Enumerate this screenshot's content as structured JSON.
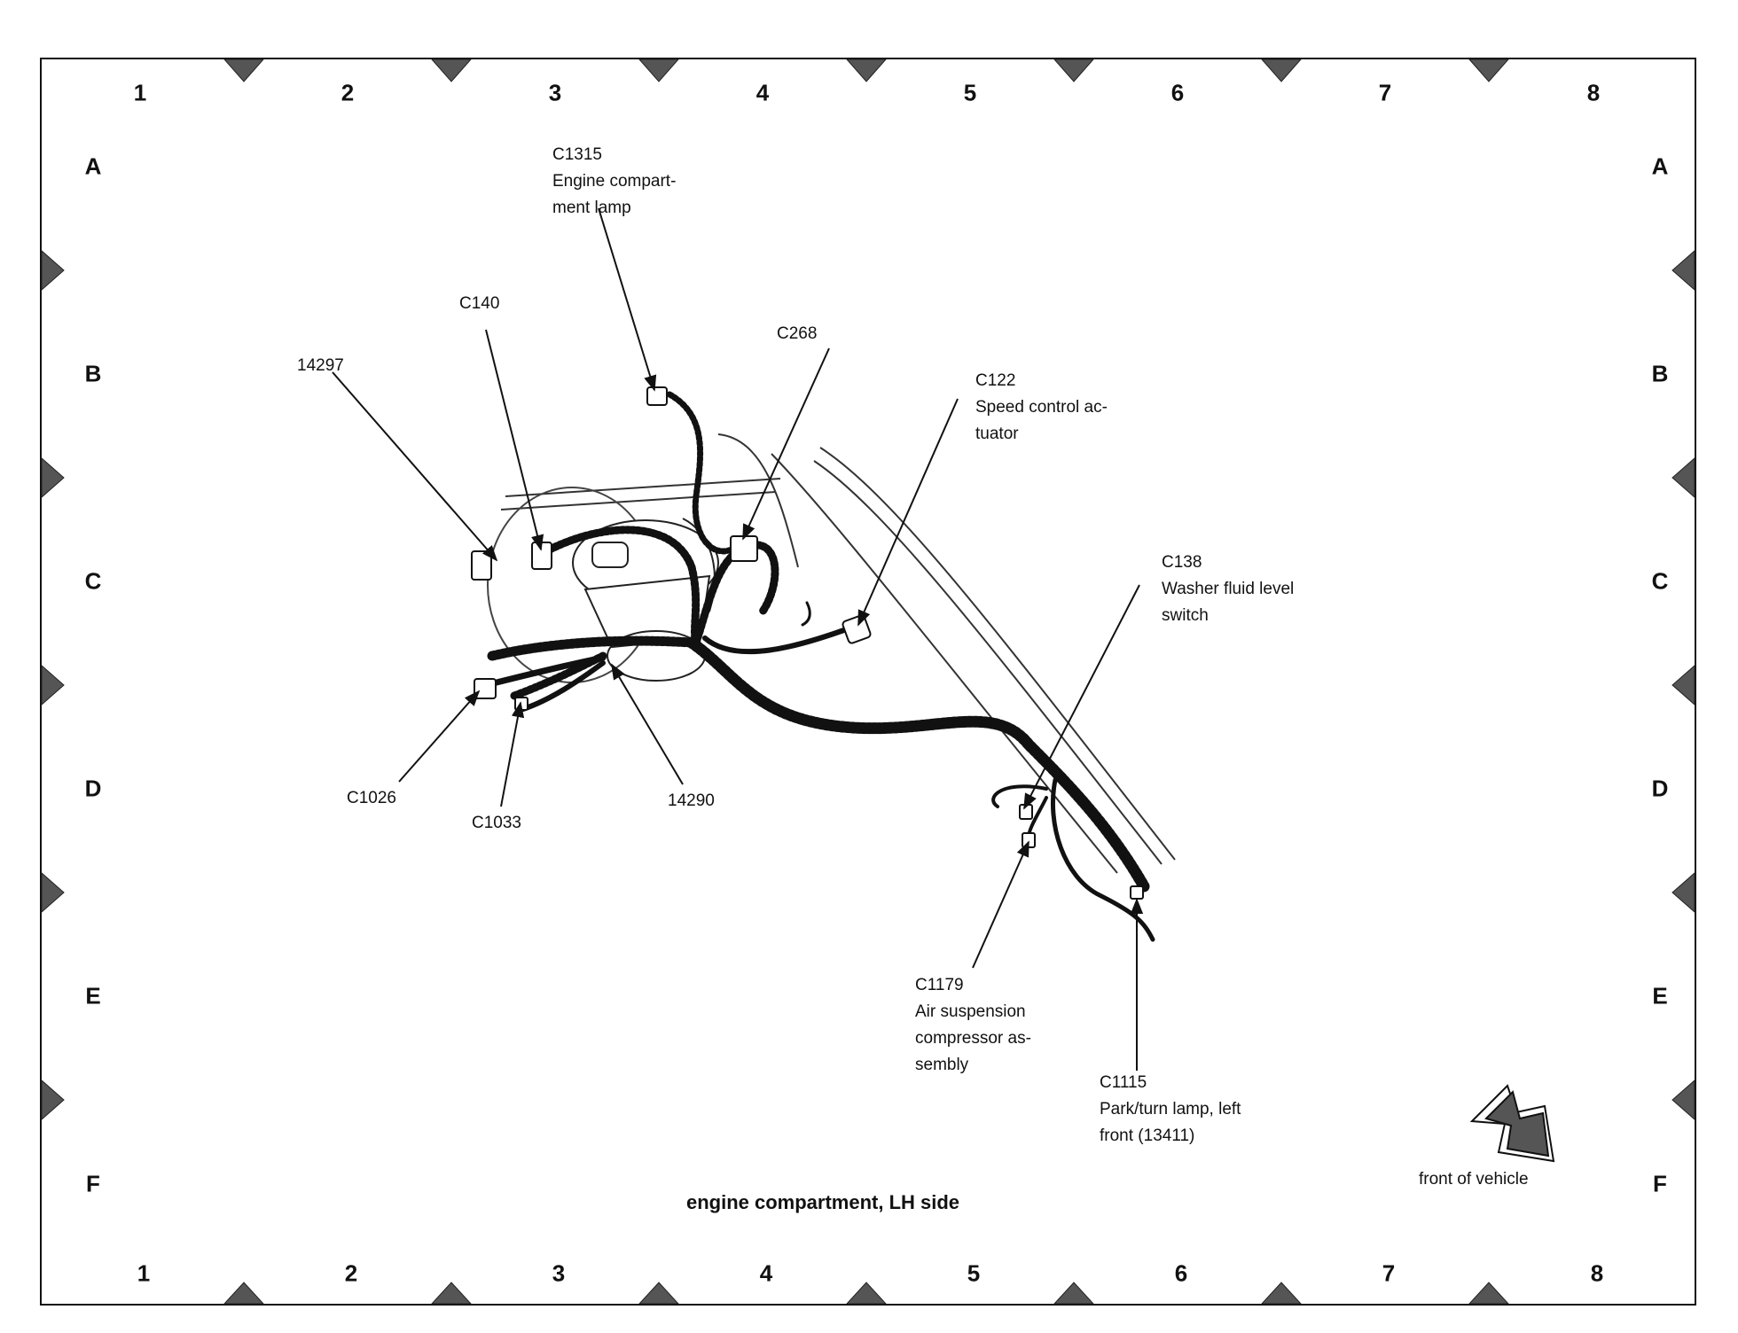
{
  "grid": {
    "columns": [
      "1",
      "2",
      "3",
      "4",
      "5",
      "6",
      "7",
      "8"
    ],
    "rows": [
      "A",
      "B",
      "C",
      "D",
      "E",
      "F"
    ]
  },
  "callouts": {
    "c1315": {
      "id": "C1315",
      "desc_line1": "Engine compart-",
      "desc_line2": "ment lamp"
    },
    "c140": {
      "id": "C140"
    },
    "n14297": {
      "id": "14297"
    },
    "c268": {
      "id": "C268"
    },
    "c122": {
      "id": "C122",
      "desc_line1": "Speed control ac-",
      "desc_line2": "tuator"
    },
    "c138": {
      "id": "C138",
      "desc_line1": "Washer fluid level",
      "desc_line2": "switch"
    },
    "c1026": {
      "id": "C1026"
    },
    "c1033": {
      "id": "C1033"
    },
    "n14290": {
      "id": "14290"
    },
    "c1179": {
      "id": "C1179",
      "desc_line1": "Air suspension",
      "desc_line2": "compressor as-",
      "desc_line3": "sembly"
    },
    "c1115": {
      "id": "C1115",
      "desc_line1": "Park/turn lamp, left",
      "desc_line2": "front (13411)"
    }
  },
  "view_title": "engine compartment, LH side",
  "front_label": "front of vehicle",
  "colors": {
    "ink": "#111111",
    "marker": "#555555"
  },
  "icons": {
    "front_arrow": "front-arrow-icon"
  }
}
